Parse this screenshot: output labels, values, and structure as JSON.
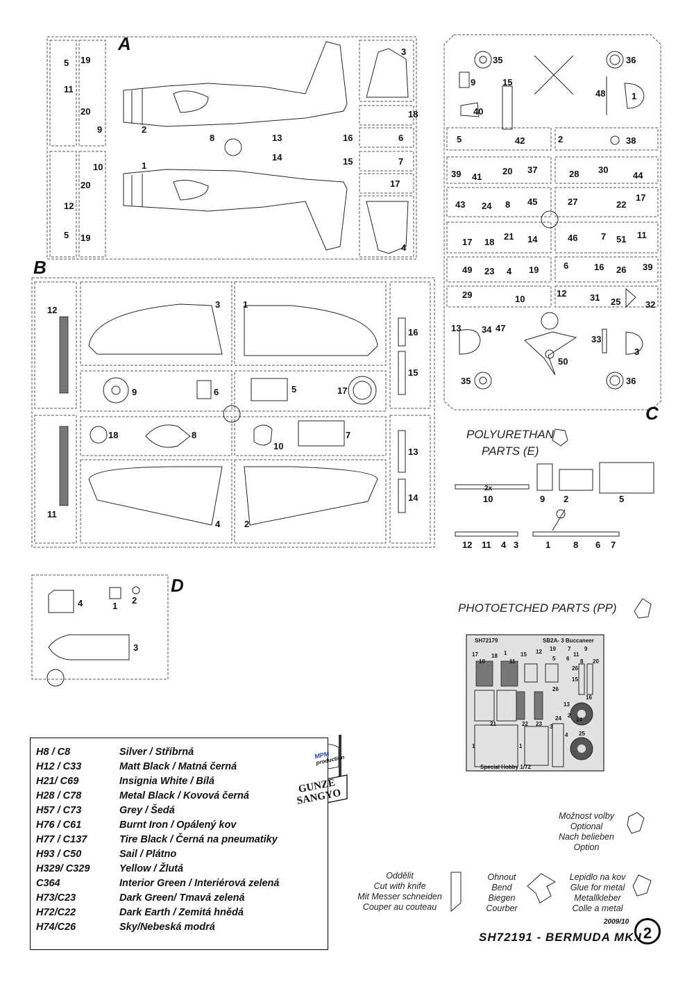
{
  "sprues": {
    "a": {
      "letter": "A",
      "parts": [
        "5",
        "19",
        "11",
        "20",
        "9",
        "2",
        "8",
        "13",
        "16",
        "6",
        "1",
        "14",
        "15",
        "7",
        "10",
        "20",
        "12",
        "5",
        "19",
        "17",
        "3",
        "18",
        "4"
      ]
    },
    "b": {
      "letter": "B",
      "parts": [
        "12",
        "3",
        "1",
        "16",
        "15",
        "9",
        "6",
        "5",
        "17",
        "18",
        "8",
        "10",
        "7",
        "13",
        "11",
        "4",
        "2",
        "14"
      ]
    },
    "c": {
      "letter": "C",
      "parts": [
        "35",
        "36",
        "9",
        "15",
        "48",
        "1",
        "40",
        "5",
        "42",
        "2",
        "38",
        "39",
        "41",
        "20",
        "37",
        "28",
        "30",
        "44",
        "43",
        "24",
        "8",
        "45",
        "27",
        "22",
        "17",
        "17",
        "18",
        "21",
        "14",
        "46",
        "7",
        "51",
        "11",
        "49",
        "23",
        "4",
        "19",
        "6",
        "16",
        "26",
        "39",
        "29",
        "10",
        "12",
        "31",
        "25",
        "32",
        "13",
        "34",
        "47",
        "33",
        "3",
        "50",
        "35",
        "36"
      ]
    },
    "d": {
      "letter": "D",
      "parts": [
        "4",
        "1",
        "2",
        "3"
      ]
    }
  },
  "polyurethane": {
    "title_line1": "POLYURETHAN",
    "title_line2": "PARTS (E)",
    "multiplier": "2x",
    "parts": [
      "10",
      "9",
      "2",
      "5",
      "12",
      "11",
      "4",
      "3",
      "1",
      "8",
      "6",
      "7"
    ]
  },
  "photoetched": {
    "title": "PHOTOETCHED PARTS (PP)",
    "fret_code": "SH72179",
    "fret_name": "SB2A- 3 Buccaneer",
    "fret_maker": "Special Hobby 1/72",
    "parts": [
      "17",
      "18",
      "1",
      "15",
      "12",
      "19",
      "7",
      "11",
      "9",
      "10",
      "11",
      "5",
      "6",
      "8",
      "20",
      "26",
      "15",
      "16",
      "26",
      "13",
      "2",
      "3",
      "14",
      "24",
      "21",
      "22",
      "23",
      "4",
      "25",
      "1",
      "1"
    ]
  },
  "paints": {
    "rows": [
      {
        "code": "H8 / C8",
        "name": "Silver / Stříbrná"
      },
      {
        "code": "H12 / C33",
        "name": "Matt Black / Matná černá"
      },
      {
        "code": "H21/ C69",
        "name": "Insignia White / Bílá"
      },
      {
        "code": "H28 / C78",
        "name": "Metal Black / Kovová černá"
      },
      {
        "code": "H57 / C73",
        "name": "Grey / Šedá"
      },
      {
        "code": "H76 / C61",
        "name": "Burnt Iron / Opálený kov"
      },
      {
        "code": "H77 / C137",
        "name": "Tire Black / Černá na pneumatiky"
      },
      {
        "code": "H93 / C50",
        "name": "Sail / Plátno"
      },
      {
        "code": "H329/ C329",
        "name": "Yellow / Žlutá"
      },
      {
        "code": "C364",
        "name": "Interior Green / Interiérová zelená"
      },
      {
        "code": "H73/C23",
        "name": "Dark Green/ Tmavá zelená"
      },
      {
        "code": "H72/C22",
        "name": "Dark Earth / Zemitá hnědá"
      },
      {
        "code": "H74/C26",
        "name": "Sky/Nebeská modrá"
      }
    ],
    "brand_line1": "GUNZE",
    "brand_line2": "SANGYO",
    "logo_text1": "MPM",
    "logo_text2": "production"
  },
  "symbols": {
    "optional": [
      "Možnost volby",
      "Optional",
      "Nach belieben",
      "Option"
    ],
    "cut": [
      "Oddělit",
      "Cut with knife",
      "Mit Messer schneiden",
      "Couper au couteau"
    ],
    "bend": [
      "Ohnout",
      "Bend",
      "Biegen",
      "Courber"
    ],
    "glue": [
      "Lepidlo na kov",
      "Glue for metal",
      "Metallkleber",
      "Colle a metal"
    ]
  },
  "footer": {
    "date": "2009/10",
    "title": "SH72191 - BERMUDA MK.I",
    "page": "2"
  },
  "colors": {
    "ink": "#111111",
    "line": "#333333",
    "frame_dash": "#555555"
  }
}
